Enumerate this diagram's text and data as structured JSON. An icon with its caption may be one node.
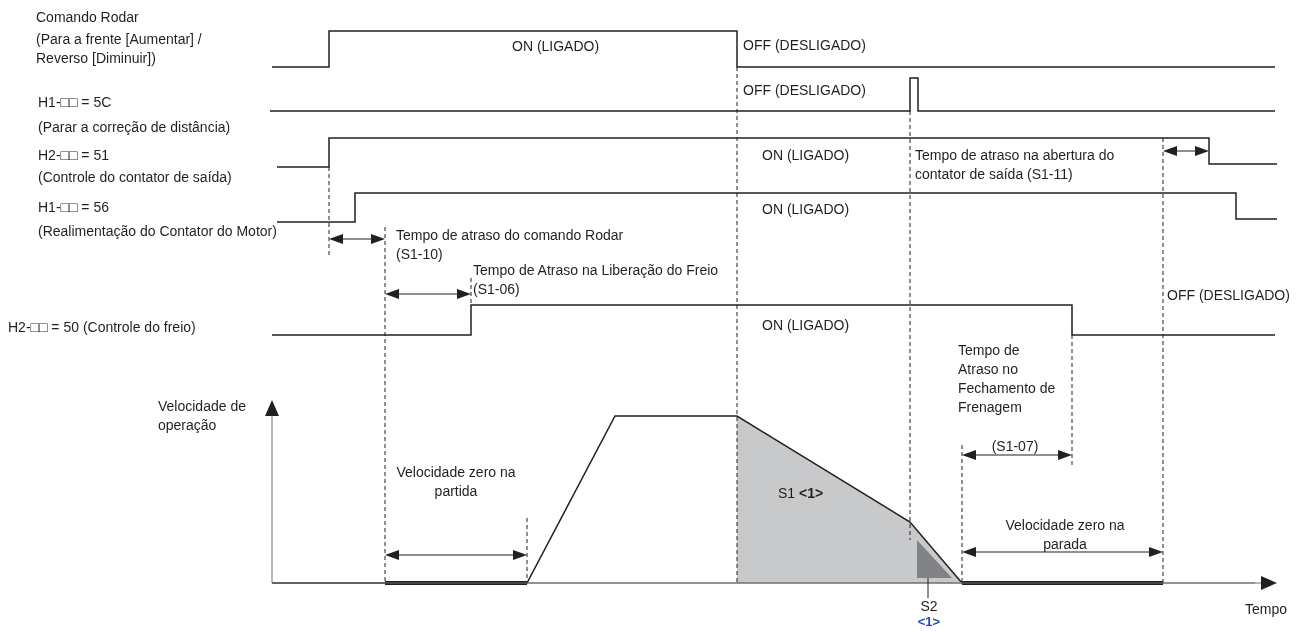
{
  "diagram": {
    "nodes": [
      {
        "text": [
          "S2",
          "<1>"
        ]
      },
      {
        "text": [],
        "shape": "triangle"
      }
    ],
    "edges": [
      {
        "from": 0,
        "to": 1,
        "arrow": "none"
      }
    ],
    "labels": [
      "Comando Rodar",
      "(Para a frente [Aumentar] / Reverso [Diminuir])",
      "ON (LIGADO)",
      "OFF (DESLIGADO)",
      "H1-□□ = 5C",
      "OFF (DESLIGADO)",
      "(Parar a correção de distância)",
      "H2-□□ = 51",
      "ON (LIGADO)",
      "Tempo de atraso na abertura do contator de saída (S1-11)",
      "(Controle do contator de saída)",
      "H1-□□ = 56",
      "ON (LIGADO)",
      "(Realimentação do Contator do Motor)",
      "Tempo de atraso do comando Rodar (S1-10)",
      "Tempo de Atraso na Liberação do Freio (S1-06)",
      "H2-□□ = 50 (Controle do freio)",
      "ON (LIGADO)",
      "OFF (DESLIGADO)",
      "Tempo de Atraso no Fechamento de Frenagem",
      "Velocidade de operação",
      "(S1-07)",
      "Velocidade zero na partida",
      "S1 **<1>**",
      "Velocidade zero na parada",
      "Tempo"
    ]
  }
}
